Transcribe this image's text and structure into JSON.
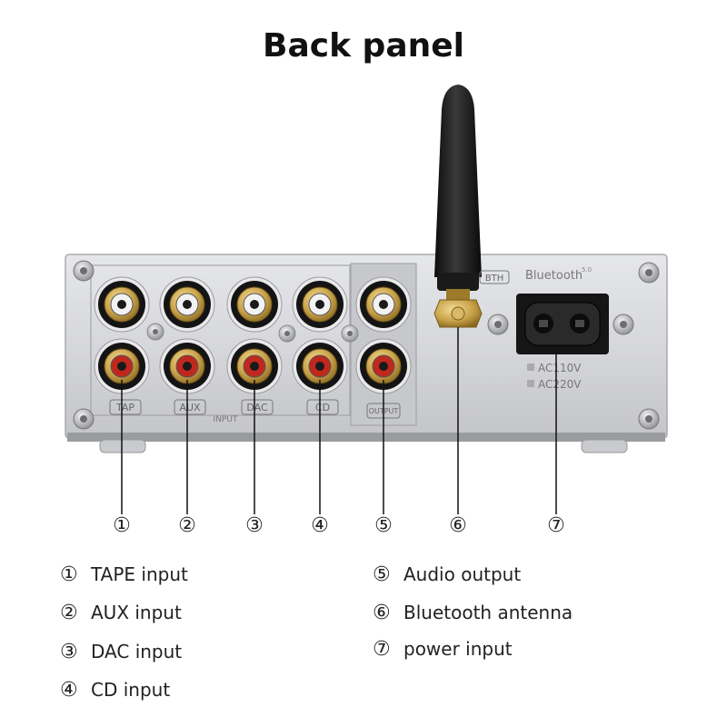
{
  "title": "Back panel",
  "panel": {
    "input_labels": [
      "TAP",
      "AUX",
      "DAC",
      "CD"
    ],
    "input_group_label": "INPUT",
    "output_label": "OUTPUT",
    "bth_label": "BTH",
    "bluetooth_label": "Bluetooth",
    "bluetooth_version": "5.0",
    "voltage_options": [
      "AC110V",
      "AC220V"
    ]
  },
  "callouts": [
    "①",
    "②",
    "③",
    "④",
    "⑤",
    "⑥",
    "⑦"
  ],
  "legend": [
    {
      "num": "①",
      "text": "TAPE input"
    },
    {
      "num": "②",
      "text": "AUX input"
    },
    {
      "num": "③",
      "text": "DAC input"
    },
    {
      "num": "④",
      "text": "CD input"
    },
    {
      "num": "⑤",
      "text": "Audio output"
    },
    {
      "num": "⑥",
      "text": "Bluetooth antenna"
    },
    {
      "num": "⑦",
      "text": "power input"
    }
  ],
  "colors": {
    "panel": "#d9dade",
    "gold": "#c9a24a",
    "red": "#c0281e",
    "black": "#151515"
  }
}
